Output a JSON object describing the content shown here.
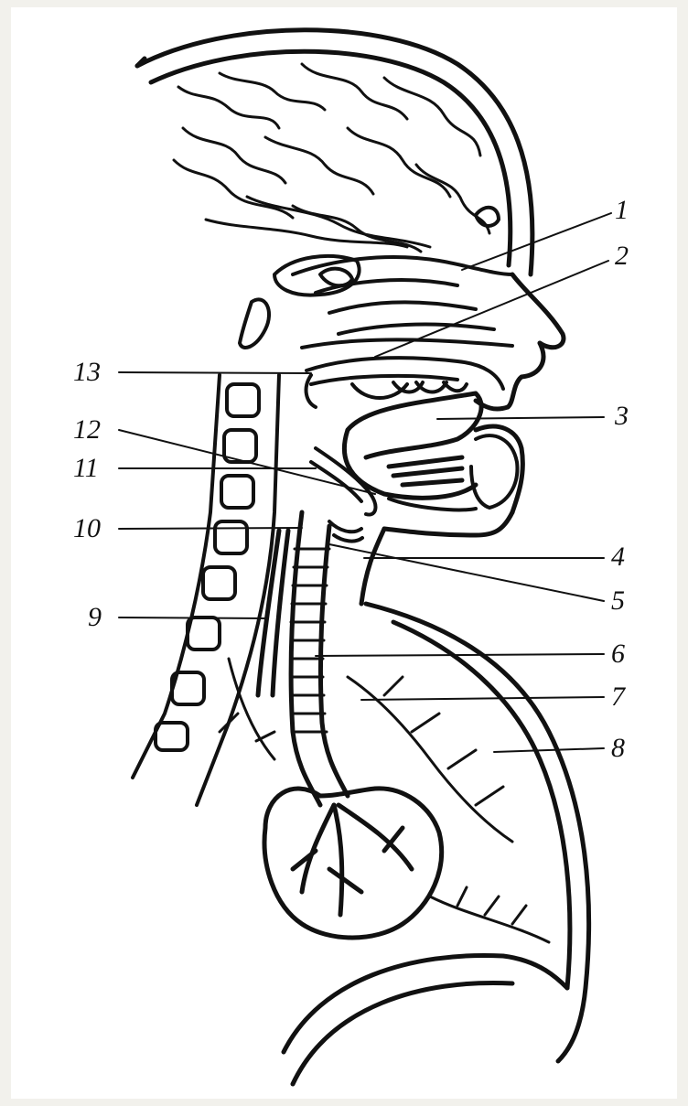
{
  "labels": {
    "l1": "1",
    "l2": "2",
    "l3": "3",
    "l4": "4",
    "l5": "5",
    "l6": "6",
    "l7": "7",
    "l8": "8",
    "l9": "9",
    "l10": "10",
    "l11": "11",
    "l12": "12",
    "l13": "13"
  },
  "colors": {
    "ink": "#111111",
    "paper": "#ffffff",
    "background": "#f2f1ec"
  }
}
